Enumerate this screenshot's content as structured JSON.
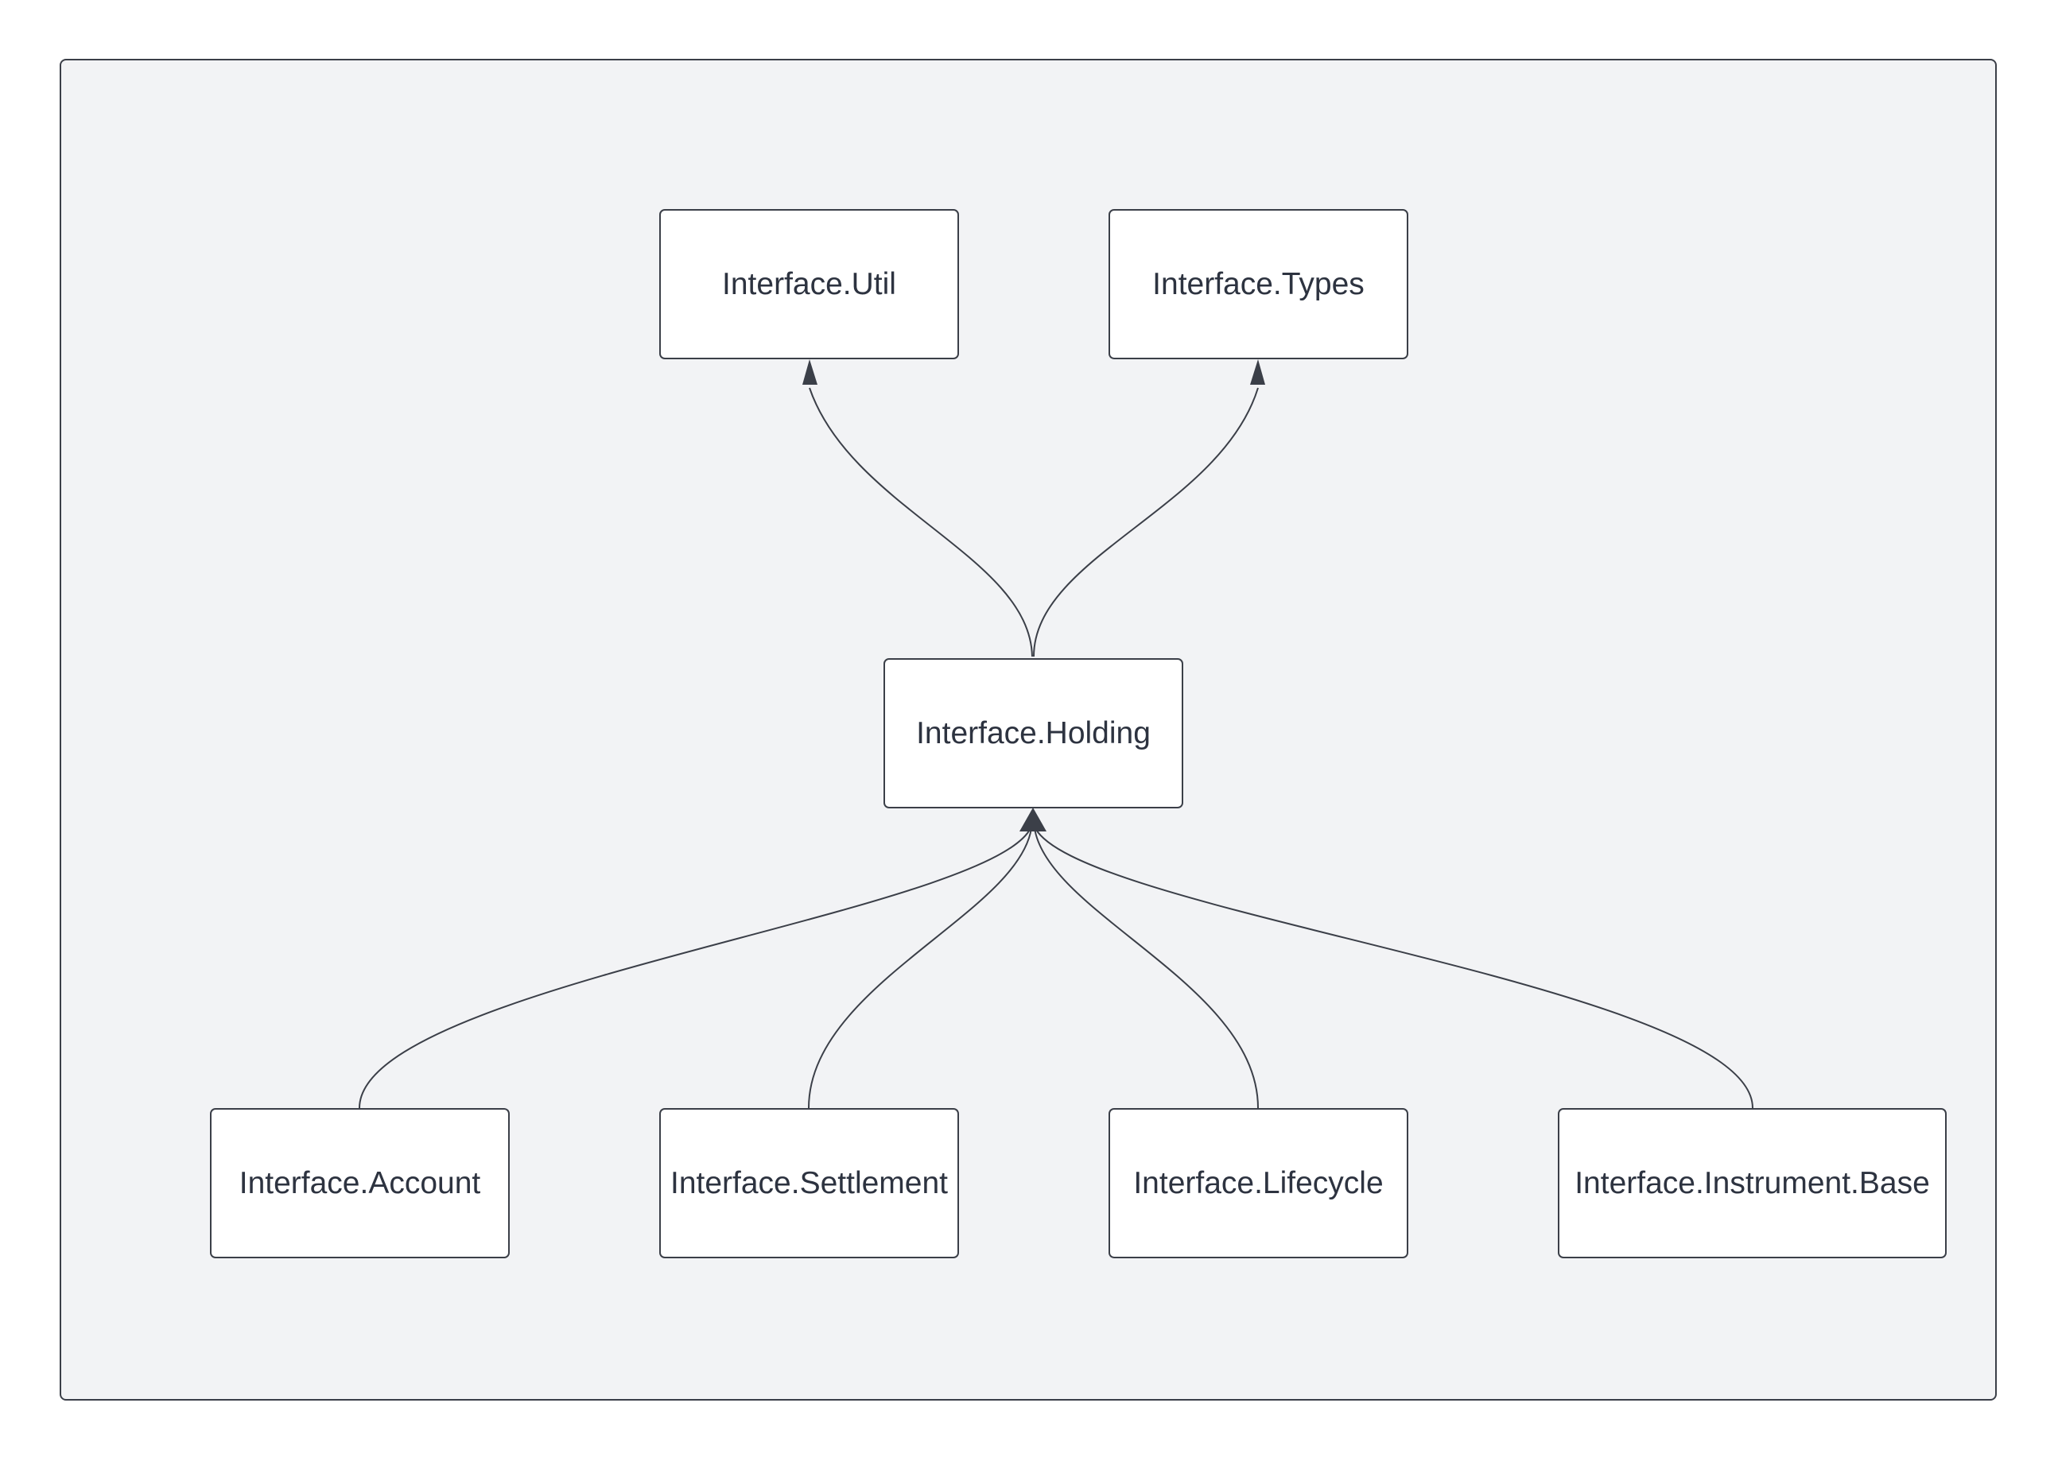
{
  "diagram": {
    "nodes": {
      "util": "Interface.Util",
      "types": "Interface.Types",
      "holding": "Interface.Holding",
      "account": "Interface.Account",
      "settlement": "Interface.Settlement",
      "lifecycle": "Interface.Lifecycle",
      "instrument_base": "Interface.Instrument.Base"
    },
    "edges": [
      {
        "from": "holding",
        "to": "util"
      },
      {
        "from": "holding",
        "to": "types"
      },
      {
        "from": "account",
        "to": "holding"
      },
      {
        "from": "settlement",
        "to": "holding"
      },
      {
        "from": "lifecycle",
        "to": "holding"
      },
      {
        "from": "instrument_base",
        "to": "holding"
      }
    ],
    "colors": {
      "background": "#f2f3f5",
      "node_fill": "#ffffff",
      "stroke": "#3b3f48",
      "text": "#2d3340"
    }
  }
}
